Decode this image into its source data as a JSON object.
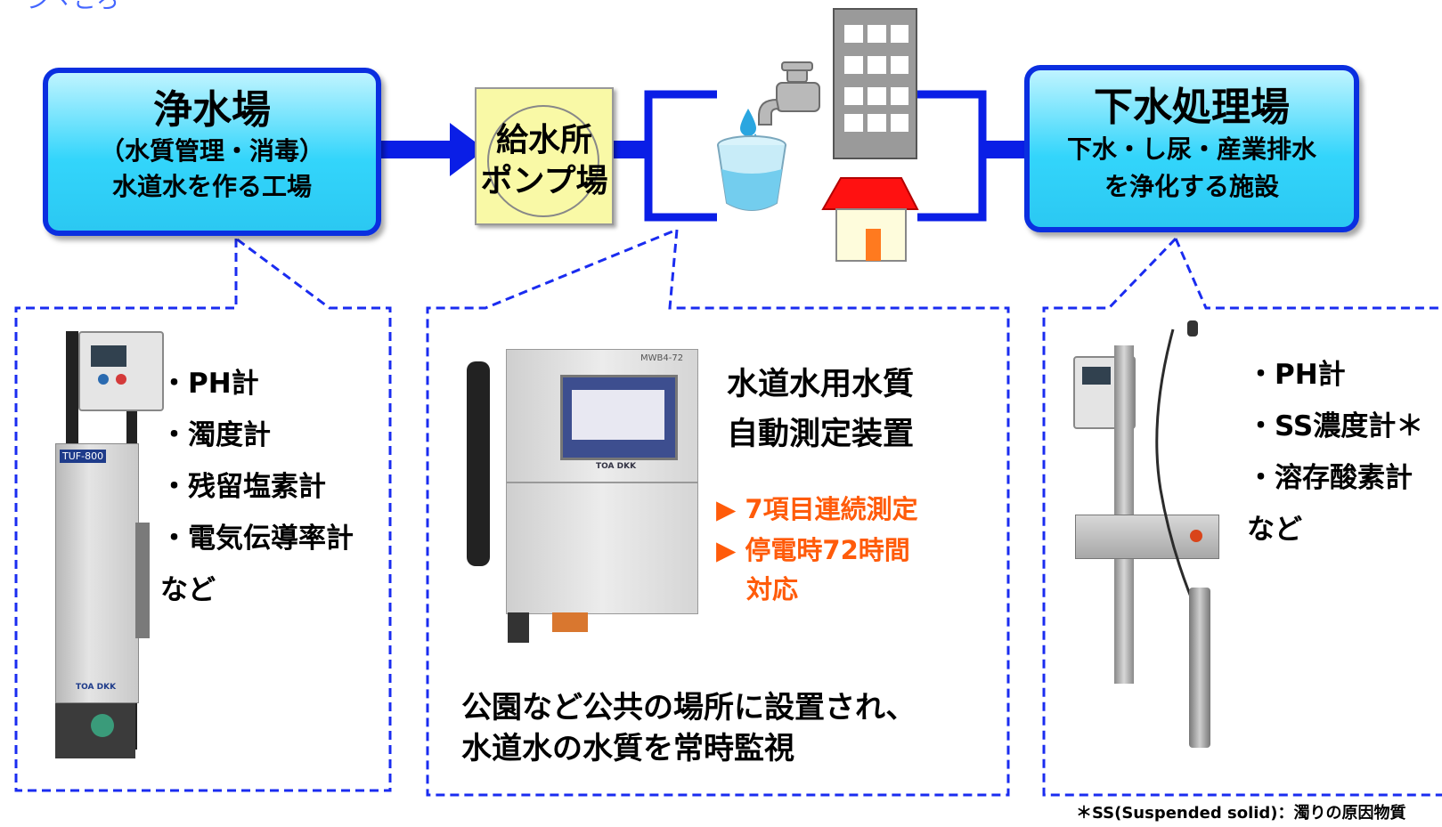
{
  "header_fragment": "ンヽころ",
  "plant": {
    "title": "浄水場",
    "line1": "（水質管理・消毒）",
    "line2": "水道水を作る工場"
  },
  "pump": {
    "line1": "給水所",
    "line2": "ポンプ場"
  },
  "sewage": {
    "title": "下水処理場",
    "line1": "下水・し尿・産業排水",
    "line2": "を浄化する施設"
  },
  "left_panel": {
    "items": [
      "・PH計",
      "・濁度計",
      "・残留塩素計",
      "・電気伝導率計",
      "など"
    ],
    "device_label": "TUF-800",
    "device_brand": "TOA DKK"
  },
  "center_panel": {
    "title_line1": "水道水用水質",
    "title_line2": "自動測定装置",
    "feature1": "7項目連続測定",
    "feature2_line1": "停電時72時間",
    "feature2_line2": "対応",
    "bullet_marker": "▶",
    "caption_line1": "公園など公共の場所に設置され、",
    "caption_line2": "水道水の水質を常時監視",
    "device_model": "MWB4-72",
    "device_brand": "TOA DKK"
  },
  "right_panel": {
    "items": [
      "・PH計",
      "・SS濃度計＊",
      "・溶存酸素計",
      "など"
    ]
  },
  "footnote": "＊SS(Suspended solid)：濁りの原因物質",
  "colors": {
    "flow_blue": "#0a1ee6",
    "dash_blue": "#1a2cf0",
    "accent_orange": "#ff5b0a",
    "facility_fill": "#33d5fb"
  }
}
